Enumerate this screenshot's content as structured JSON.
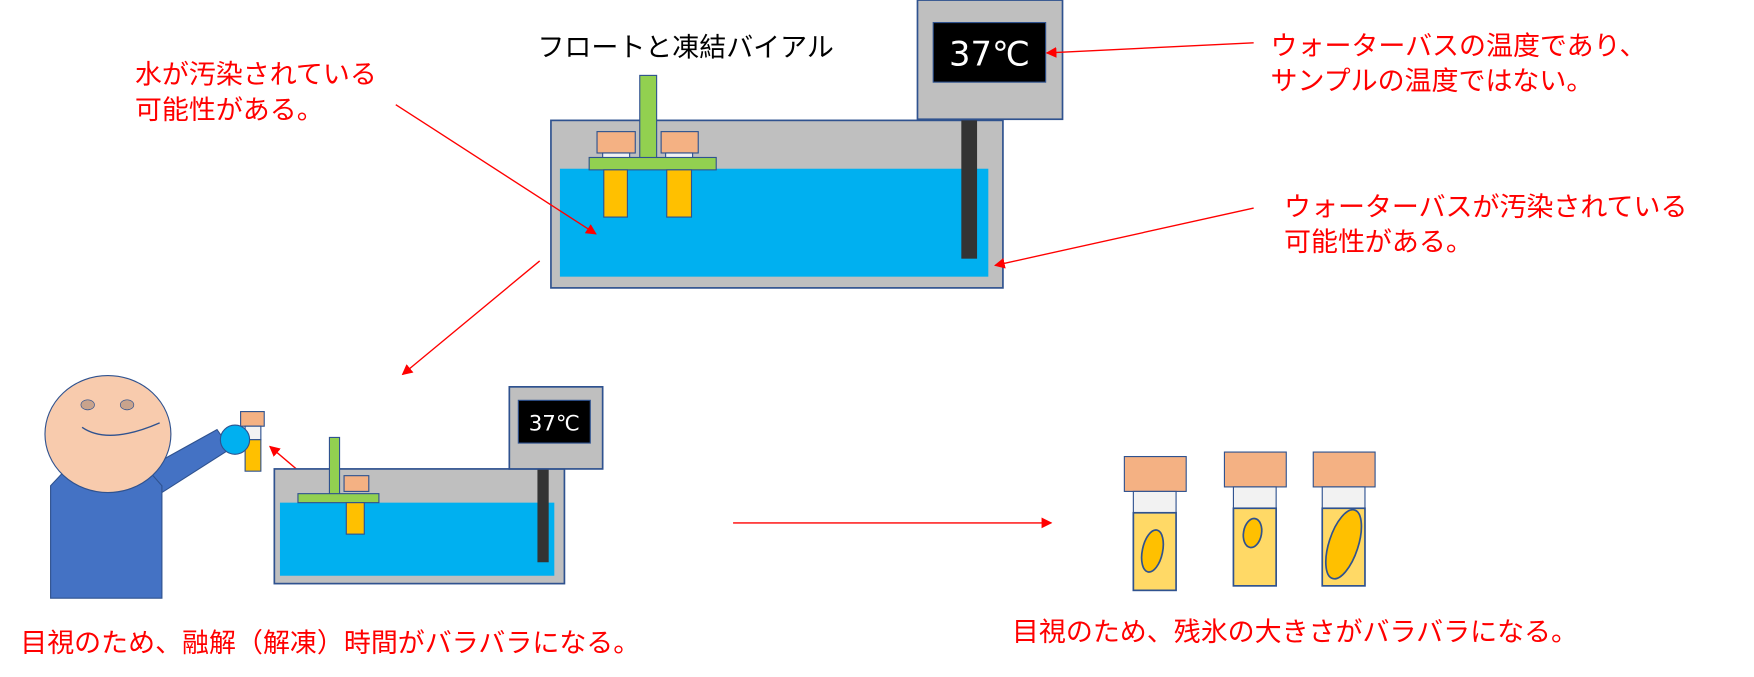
{
  "title": "フロートと凍結バイアル",
  "note_water_contam": [
    "水が汚染されている",
    "可能性がある。"
  ],
  "note_temperature": [
    "ウォーターバスの温度であり、",
    "サンプルの温度ではない。"
  ],
  "note_bath_contam": [
    "ウォーターバスが汚染されている",
    "可能性がある。"
  ],
  "display_large": "37℃",
  "display_small": "37℃",
  "caption_thaw_time": "目視のため、融解（解凍）時間がバラバラになる。",
  "caption_residual_ice": "目視のため、残氷の大きさがバラバラになる。",
  "colors": {
    "annotation": "#ff0000",
    "water": "#00b0f0",
    "float": "#92d050",
    "vial": "#ffc000",
    "cap": "#f4b183"
  }
}
